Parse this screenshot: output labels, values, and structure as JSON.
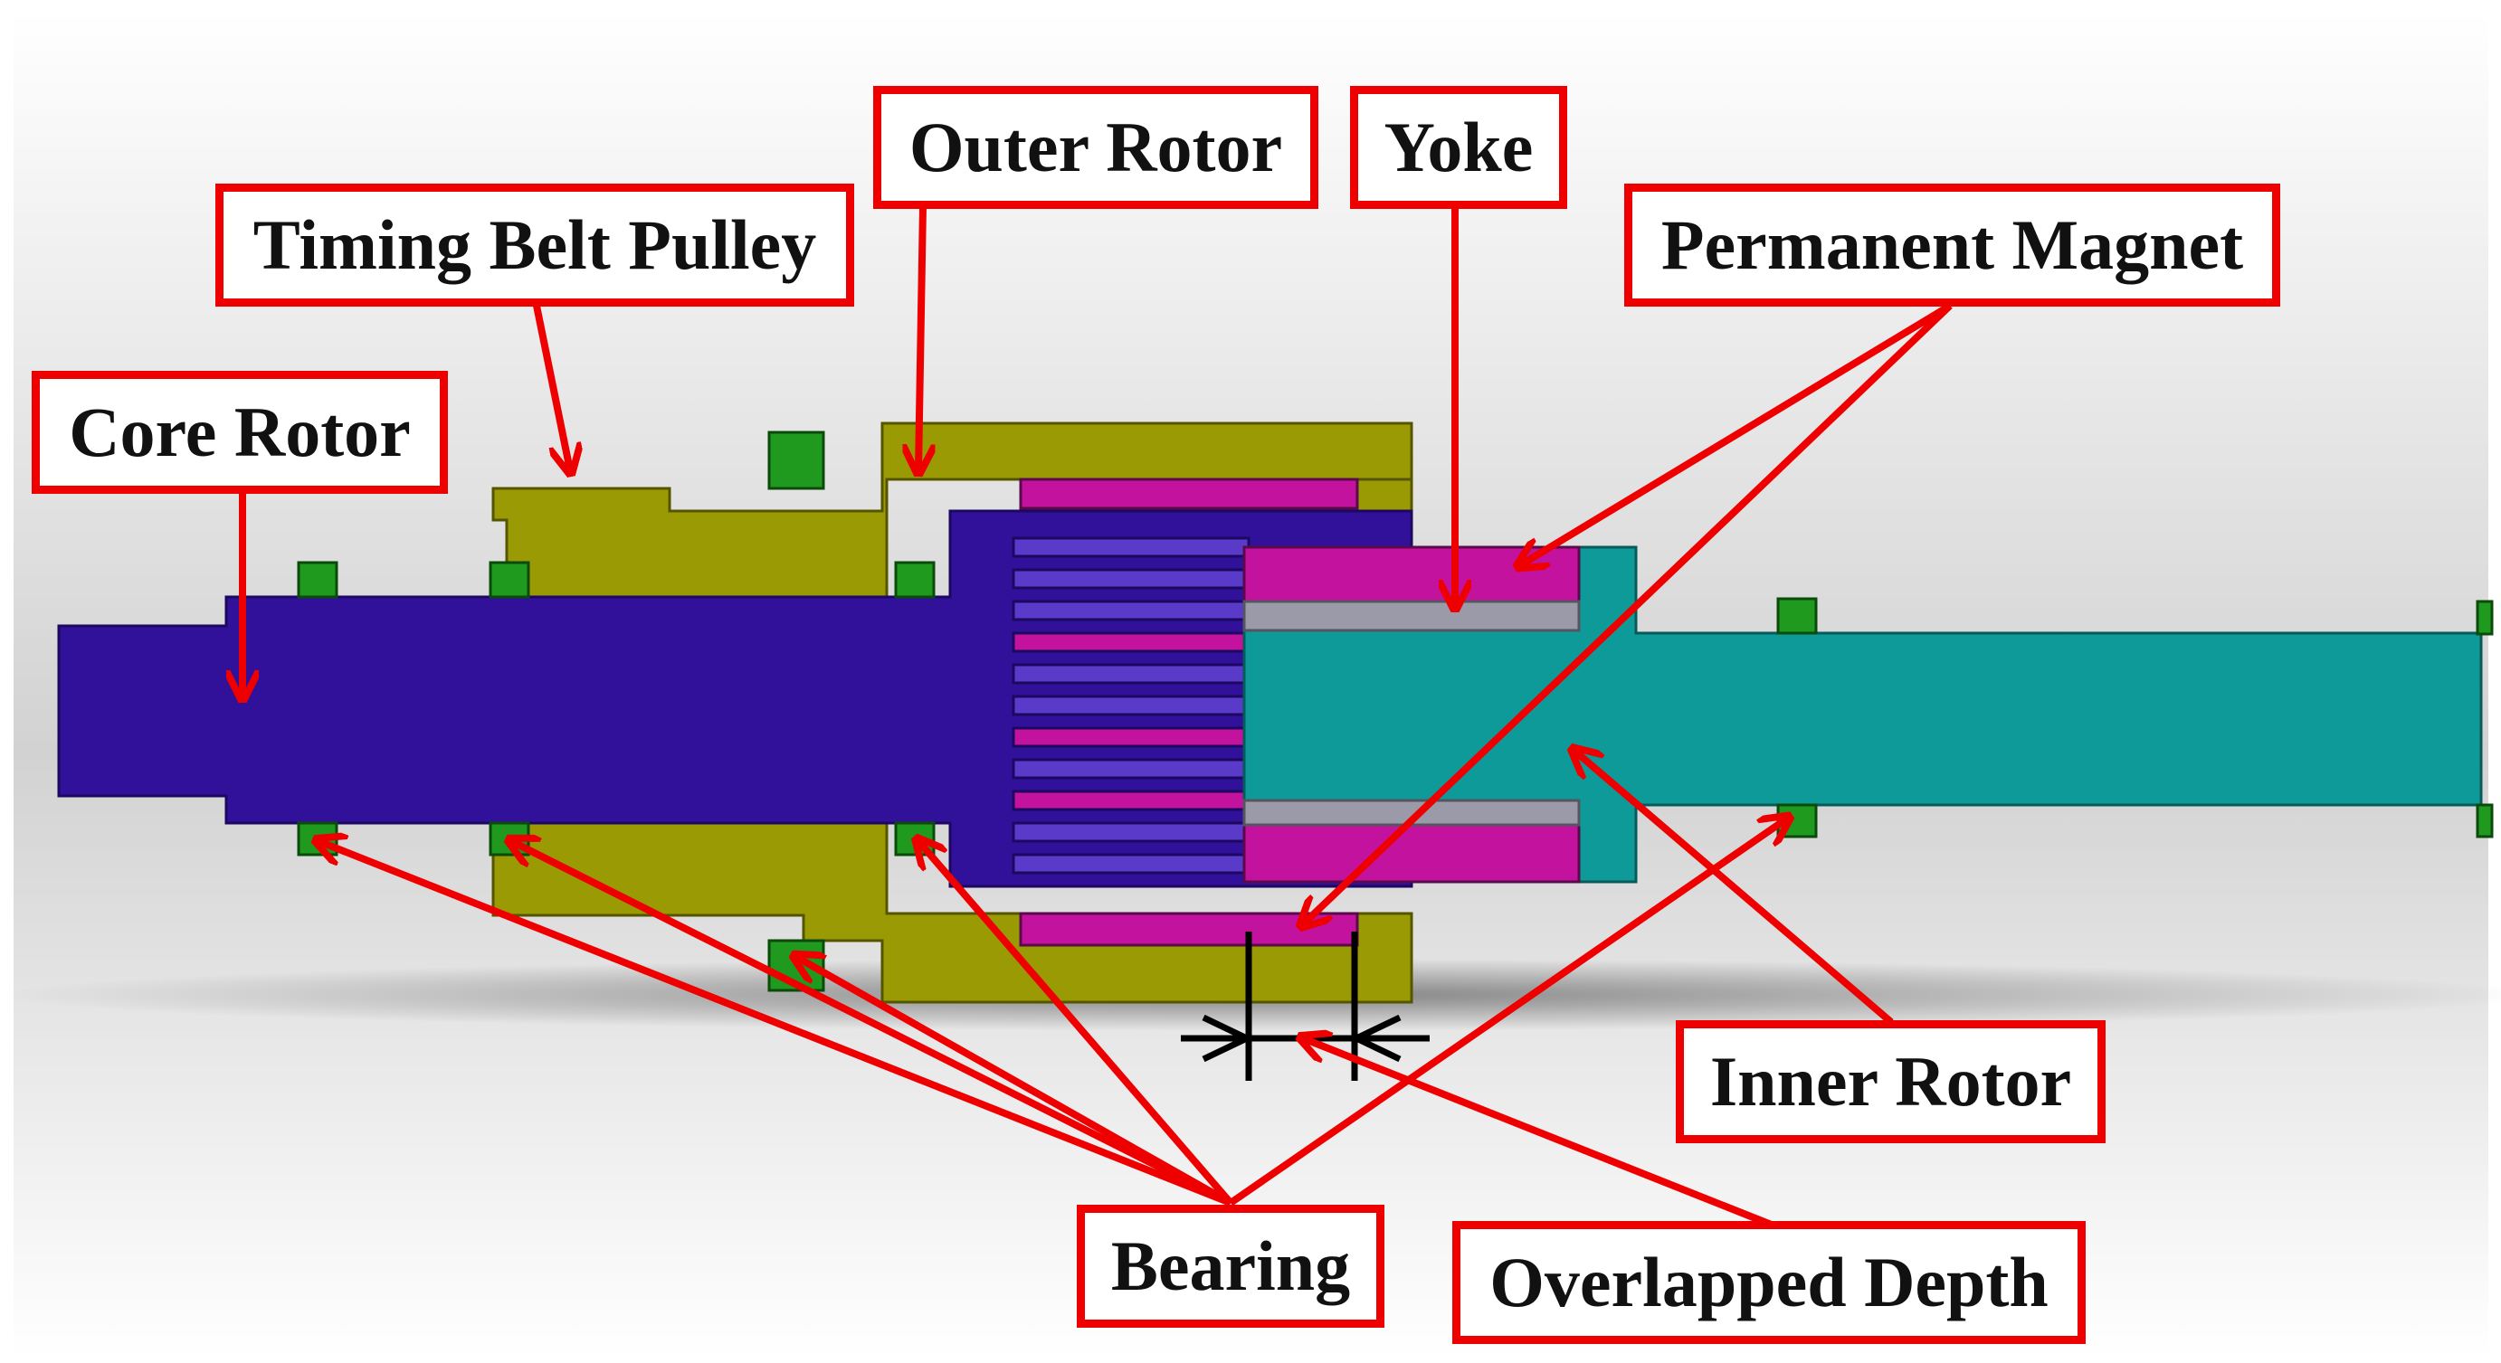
{
  "labels": {
    "outer_rotor": "Outer Rotor",
    "yoke": "Yoke",
    "timing_belt_pulley": "Timing Belt Pulley",
    "permanent_magnet": "Permanent Magnet",
    "core_rotor": "Core Rotor",
    "inner_rotor": "Inner Rotor",
    "bearing": "Bearing",
    "overlapped_depth": "Overlapped Depth"
  },
  "colors": {
    "callout_red": "#ee0000",
    "core_rotor": "#32119a",
    "outer_rotor": "#9a9a05",
    "inner_rotor": "#0f9a9a",
    "permanent_magnet": "#c2129e",
    "yoke": "#9a9aa8",
    "bearing": "#1f9a1f"
  }
}
